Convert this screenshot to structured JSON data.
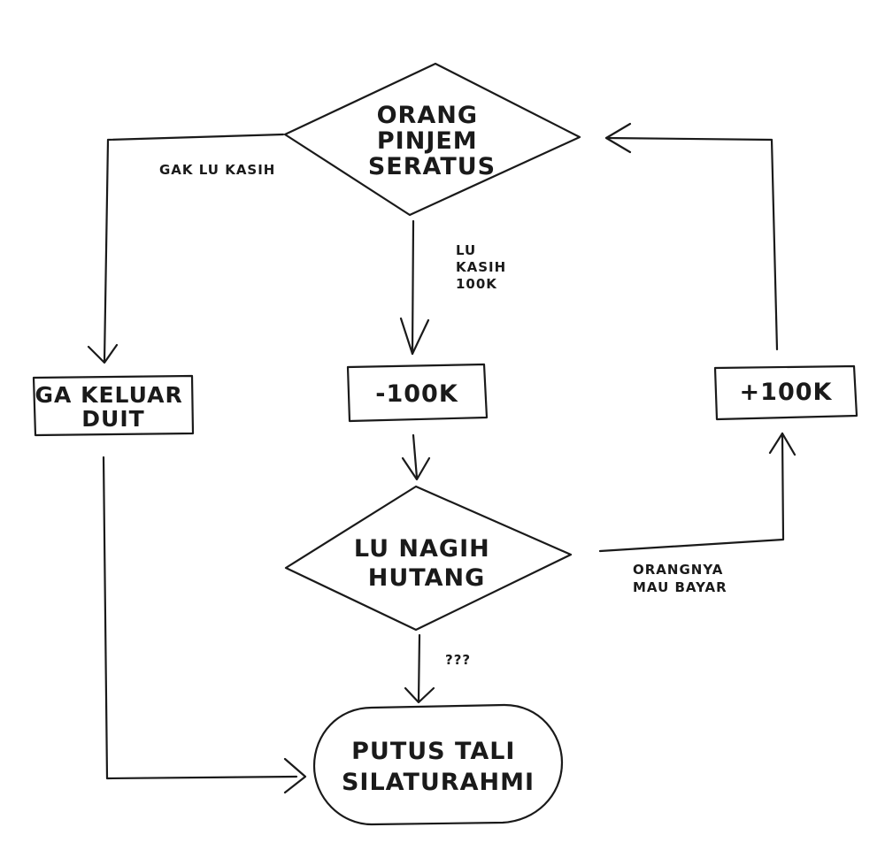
{
  "nodes": {
    "start": {
      "lines": [
        "ORANG",
        "PINJEM",
        "SERATUS"
      ]
    },
    "no_money": {
      "lines": [
        "GA KELUAR",
        "DUIT"
      ]
    },
    "minus": {
      "lines": [
        "-100K"
      ]
    },
    "plus": {
      "lines": [
        "+100K"
      ]
    },
    "collect": {
      "lines": [
        "LU NAGIH",
        "HUTANG"
      ]
    },
    "end": {
      "lines": [
        "PUTUS TALI",
        "SILATURAHMI"
      ]
    }
  },
  "edges": {
    "not_given": {
      "lines": [
        "GAK LU KASIH"
      ]
    },
    "given": {
      "lines": [
        "LU",
        "KASIH",
        "100K"
      ]
    },
    "unknown": {
      "lines": [
        "???"
      ]
    },
    "pays": {
      "lines": [
        "ORANGNYA",
        "MAU BAYAR"
      ]
    }
  }
}
